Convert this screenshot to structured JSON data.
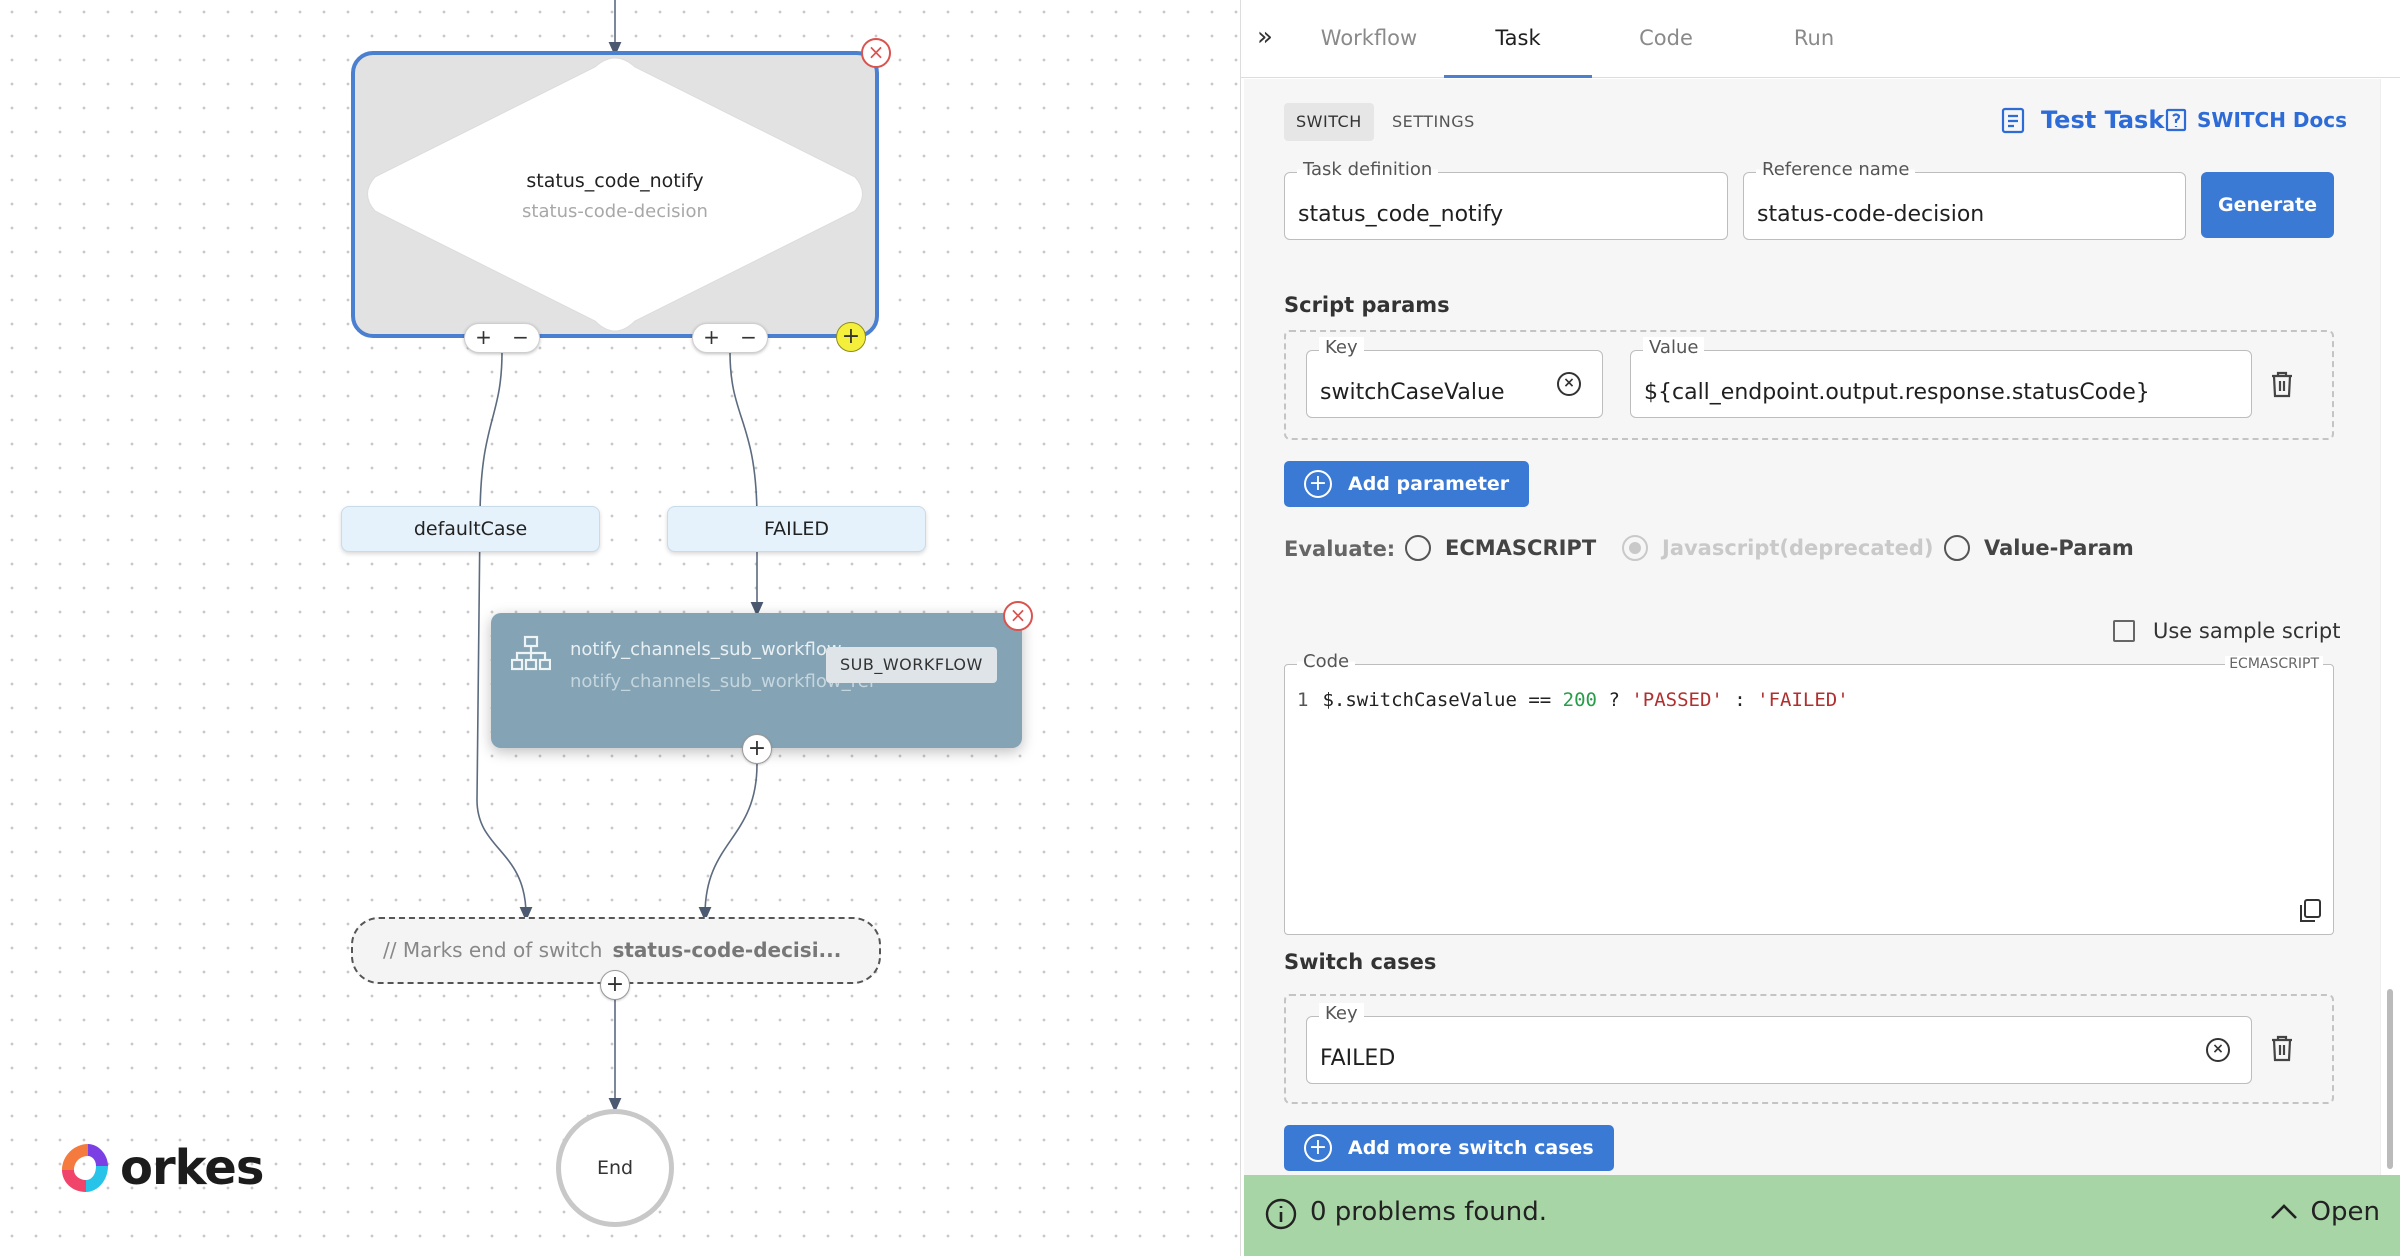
{
  "canvas": {
    "switch_node": {
      "name": "status_code_notify",
      "ref": "status-code-decision"
    },
    "cases": [
      "defaultCase",
      "FAILED"
    ],
    "sub_workflow": {
      "name": "notify_channels_sub_workflow",
      "ref": "notify_channels_sub_workflow_ref",
      "badge": "SUB_WORKFLOW"
    },
    "join": {
      "prefix": "// Marks end of switch",
      "ref": "status-code-decisi..."
    },
    "end_label": "End",
    "logo": "orkes"
  },
  "tabs": [
    "Workflow",
    "Task",
    "Code",
    "Run"
  ],
  "active_tab": "Task",
  "subtabs": [
    "SWITCH",
    "SETTINGS"
  ],
  "links": {
    "test_task": "Test Task",
    "docs": "SWITCH Docs"
  },
  "task_definition": {
    "label": "Task definition",
    "value": "status_code_notify"
  },
  "reference_name": {
    "label": "Reference name",
    "value": "status-code-decision"
  },
  "generate_label": "Generate",
  "script_params": {
    "title": "Script params",
    "key_label": "Key",
    "value_label": "Value",
    "key": "switchCaseValue",
    "value": "${call_endpoint.output.response.statusCode}",
    "add_label": "Add parameter"
  },
  "evaluate": {
    "label": "Evaluate:",
    "options": [
      "ECMASCRIPT",
      "Javascript(deprecated)",
      "Value-Param"
    ]
  },
  "use_sample_script": "Use sample script",
  "code": {
    "label": "Code",
    "lang": "ECMASCRIPT",
    "line_no": "1",
    "t1": "$.switchCaseValue == ",
    "t2": "200",
    "t3": " ? ",
    "t4": "'PASSED'",
    "t5": " : ",
    "t6": "'FAILED'"
  },
  "switch_cases": {
    "title": "Switch cases",
    "key_label": "Key",
    "key": "FAILED",
    "add_label": "Add more switch cases"
  },
  "status": {
    "text": "0 problems found.",
    "open": "Open"
  },
  "colors": {
    "accent": "#3a79d4",
    "status_bg": "#a8d5a6",
    "switch_border": "#4b7fd0",
    "subworkflow": "#84a3b4"
  }
}
